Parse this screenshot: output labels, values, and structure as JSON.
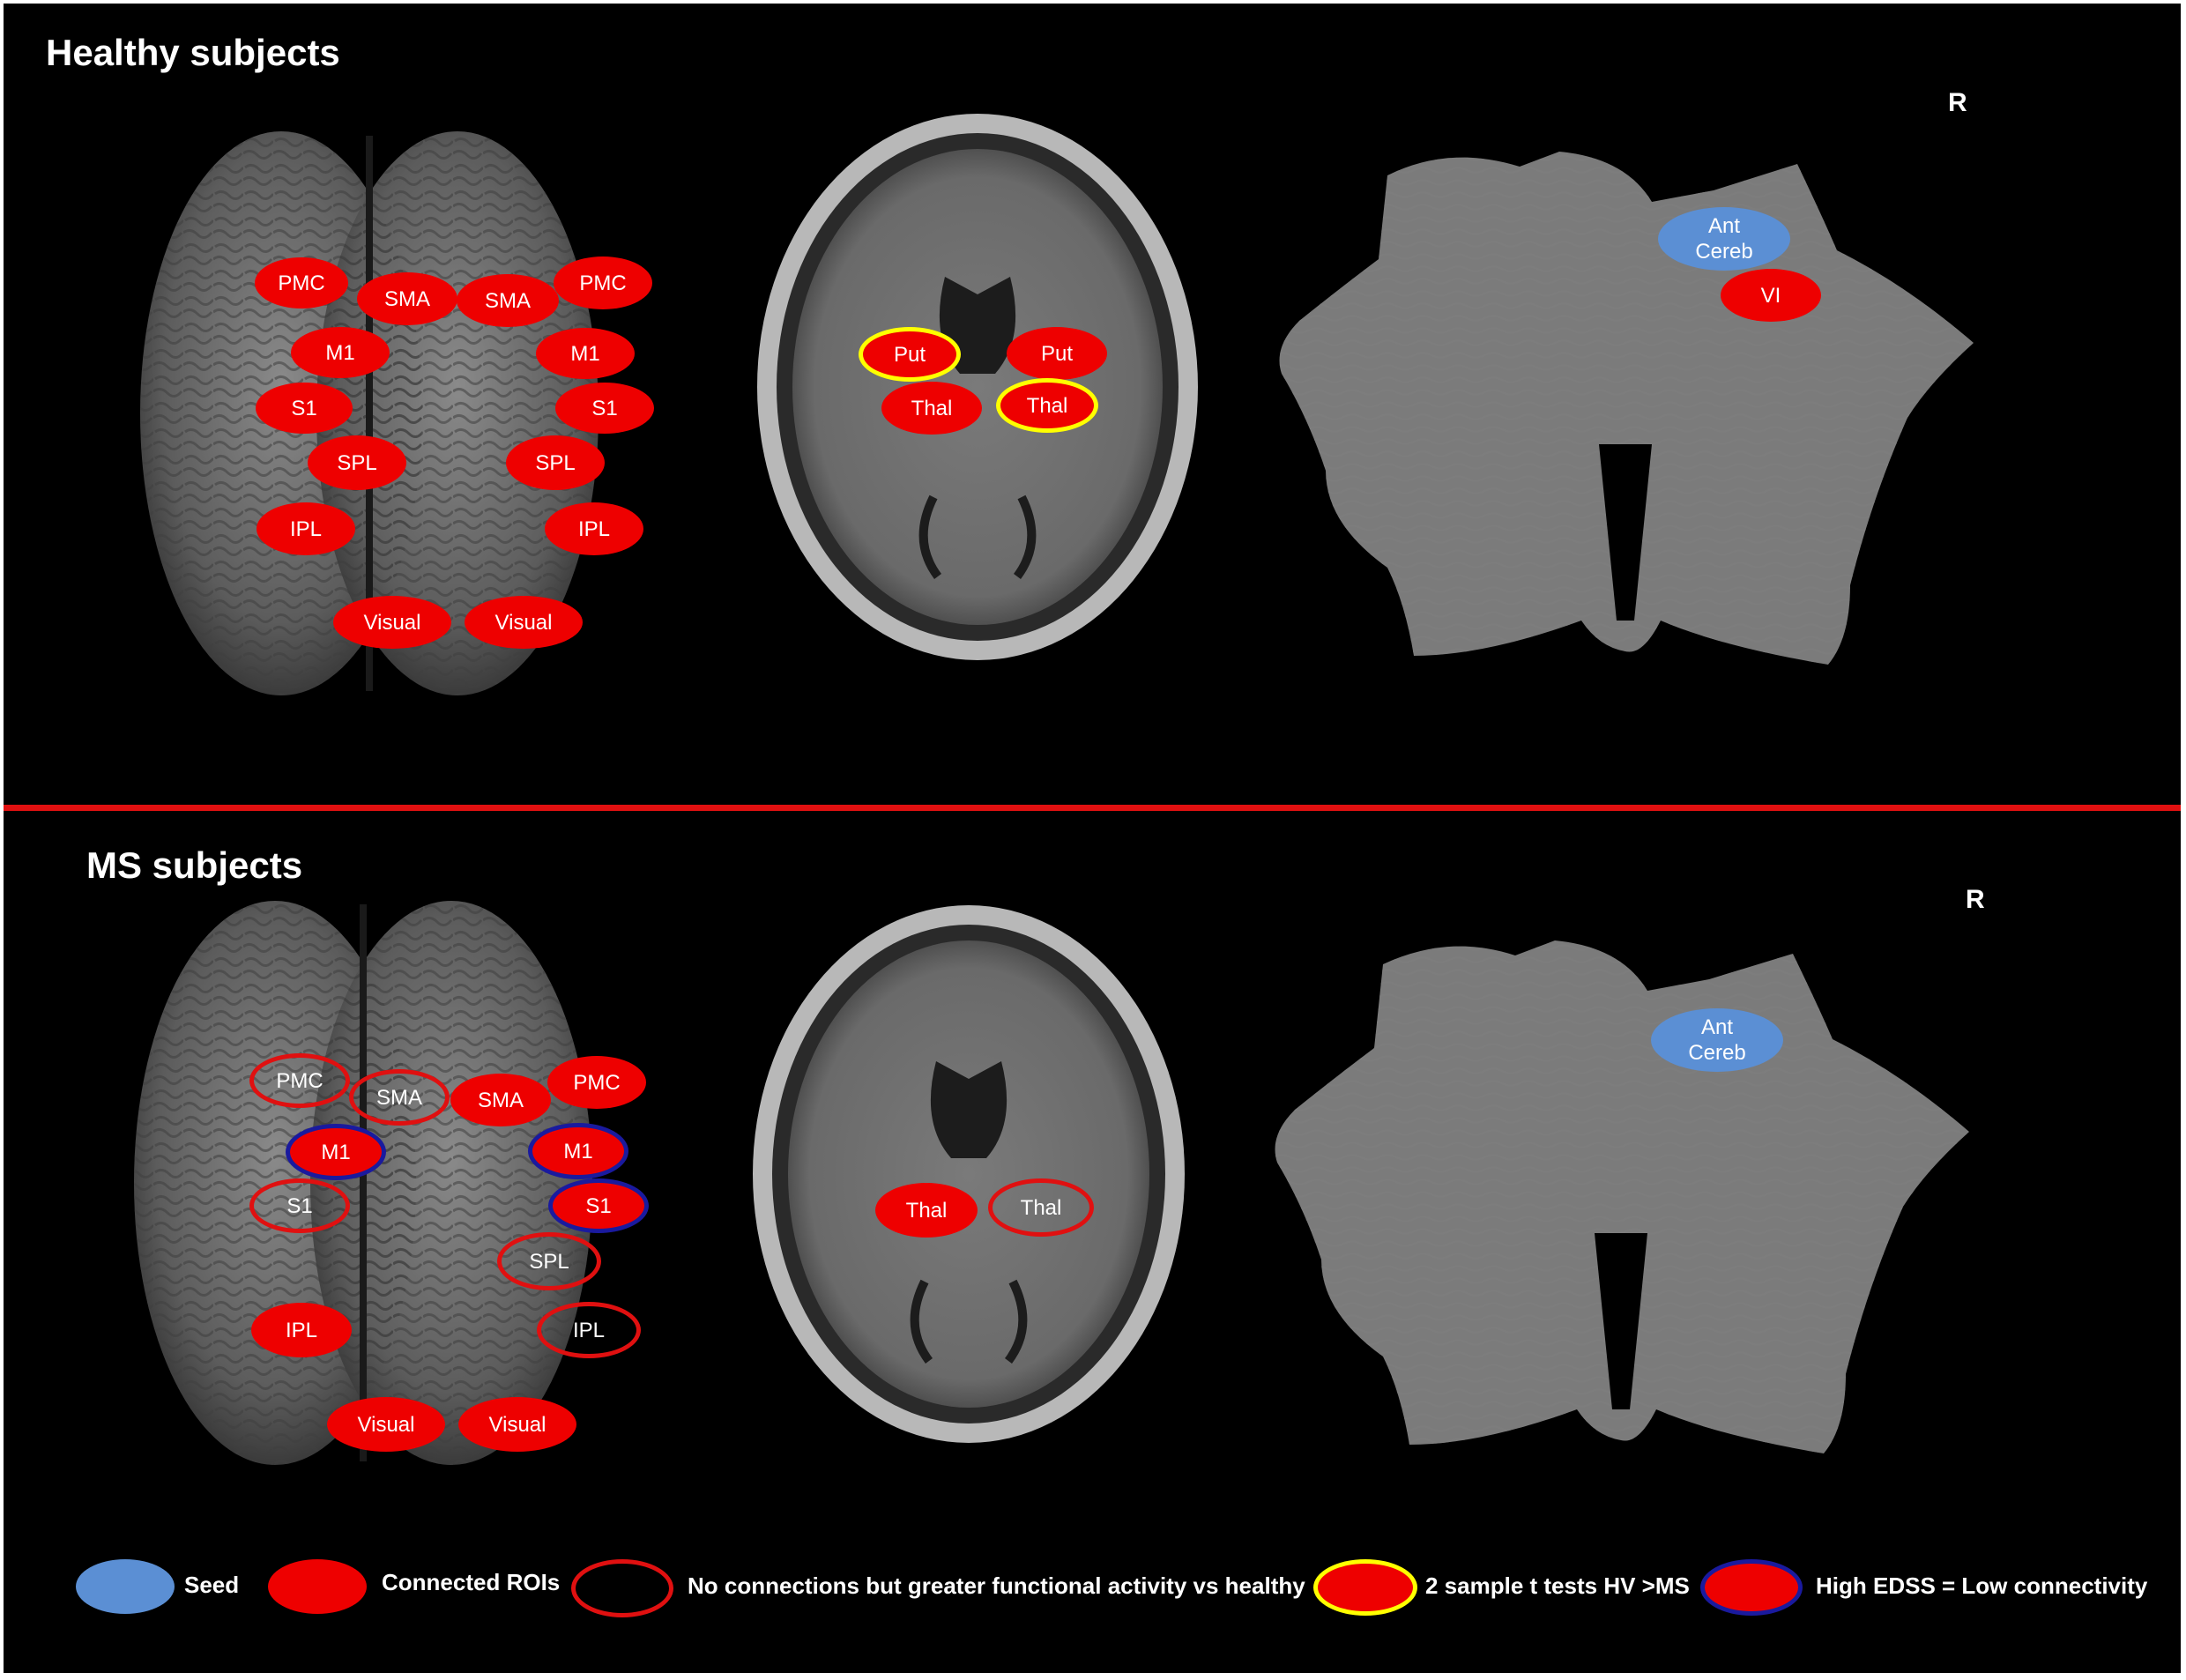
{
  "colors": {
    "seed": "#5b8fd4",
    "connected": "#ee0000",
    "ring_red": "#e01010",
    "ring_yellow": "#ffff00",
    "ring_blue": "#1a1a9e",
    "divider": "#e01010",
    "background": "#000000"
  },
  "panels": {
    "healthy": {
      "title": "Healthy subjects",
      "orientation": "R",
      "cortex_rois": [
        {
          "label": "PMC",
          "style": "connected"
        },
        {
          "label": "SMA",
          "style": "connected"
        },
        {
          "label": "SMA",
          "style": "connected"
        },
        {
          "label": "PMC",
          "style": "connected"
        },
        {
          "label": "M1",
          "style": "connected"
        },
        {
          "label": "M1",
          "style": "connected"
        },
        {
          "label": "S1",
          "style": "connected"
        },
        {
          "label": "S1",
          "style": "connected"
        },
        {
          "label": "SPL",
          "style": "connected"
        },
        {
          "label": "SPL",
          "style": "connected"
        },
        {
          "label": "IPL",
          "style": "connected"
        },
        {
          "label": "IPL",
          "style": "connected"
        },
        {
          "label": "Visual",
          "style": "connected"
        },
        {
          "label": "Visual",
          "style": "connected"
        }
      ],
      "axial_rois": [
        {
          "label": "Put",
          "style": "yellow"
        },
        {
          "label": "Put",
          "style": "connected"
        },
        {
          "label": "Thal",
          "style": "connected"
        },
        {
          "label": "Thal",
          "style": "yellow"
        }
      ],
      "cerebellum_rois": [
        {
          "label": "Ant\nCereb",
          "style": "seed"
        },
        {
          "label": "VI",
          "style": "connected"
        }
      ]
    },
    "ms": {
      "title": "MS subjects",
      "orientation": "R",
      "cortex_rois": [
        {
          "label": "PMC",
          "style": "ring"
        },
        {
          "label": "SMA",
          "style": "ring"
        },
        {
          "label": "SMA",
          "style": "connected"
        },
        {
          "label": "PMC",
          "style": "connected"
        },
        {
          "label": "M1",
          "style": "blue"
        },
        {
          "label": "M1",
          "style": "blue"
        },
        {
          "label": "S1",
          "style": "ring"
        },
        {
          "label": "S1",
          "style": "blue"
        },
        {
          "label": "SPL",
          "style": "ring"
        },
        {
          "label": "IPL",
          "style": "connected"
        },
        {
          "label": "IPL",
          "style": "ring"
        },
        {
          "label": "Visual",
          "style": "connected"
        },
        {
          "label": "Visual",
          "style": "connected"
        }
      ],
      "axial_rois": [
        {
          "label": "Thal",
          "style": "connected"
        },
        {
          "label": "Thal",
          "style": "ring"
        }
      ],
      "cerebellum_rois": [
        {
          "label": "Ant\nCereb",
          "style": "seed"
        }
      ]
    }
  },
  "legend": [
    {
      "label": "Seed",
      "style": "seed"
    },
    {
      "label": "Connected ROIs",
      "style": "connected"
    },
    {
      "label": "No connections but greater functional activity vs healthy",
      "style": "ring"
    },
    {
      "label": "2 sample t tests HV >MS",
      "style": "yellow"
    },
    {
      "label": "High EDSS = Low connectivity",
      "style": "blue"
    }
  ]
}
